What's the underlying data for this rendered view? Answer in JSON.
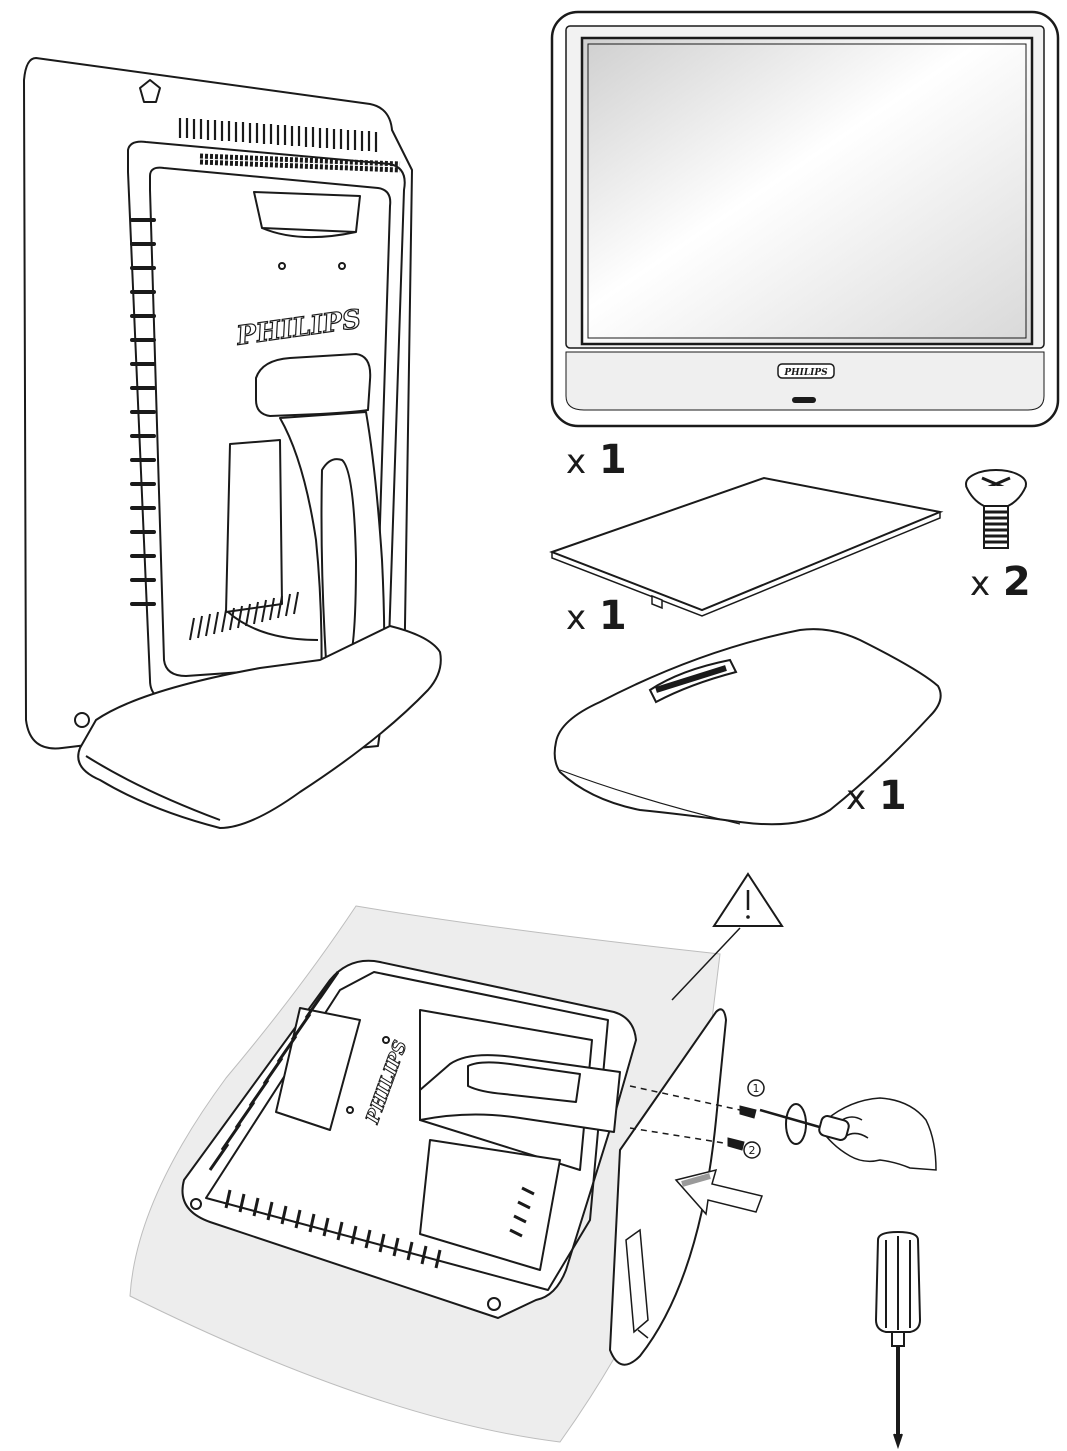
{
  "brand": {
    "rear_logo": "PHILIPS",
    "front_logo": "PHILIPS",
    "assembly_logo": "PHILIPS"
  },
  "parts": [
    {
      "name": "monitor",
      "qty_symbol": "x",
      "qty": "1"
    },
    {
      "name": "cover-plate",
      "qty_symbol": "x",
      "qty": "1"
    },
    {
      "name": "screw",
      "qty_symbol": "x",
      "qty": "2"
    },
    {
      "name": "stand-base",
      "qty_symbol": "x",
      "qty": "1"
    }
  ],
  "steps": [
    "1",
    "2"
  ],
  "icons": {
    "warning": "warning-triangle-icon",
    "arrow": "push-arrow-icon",
    "screwdriver": "screwdriver-icon",
    "hand": "hand-icon"
  },
  "colors": {
    "line": "#1a1a1a",
    "cloth": "#ececec",
    "screen_light": "#ffffff",
    "screen_dark": "#d4d4d4",
    "bezel": "#f2f2f2"
  }
}
